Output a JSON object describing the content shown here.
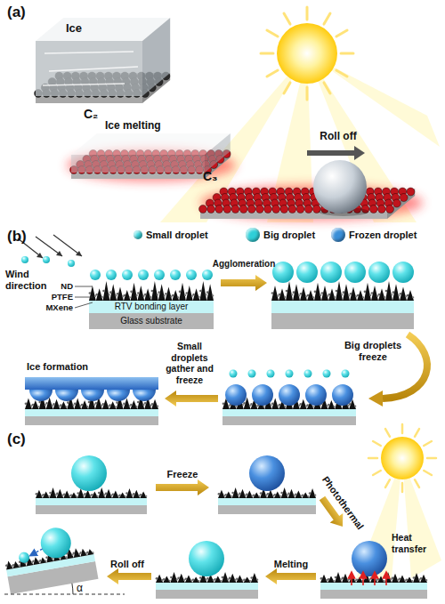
{
  "diagram": {
    "labels": [
      "(a)",
      "Ice",
      "C₂",
      "Ice melting",
      "C₃",
      "Roll off",
      "(b)",
      "Wind direction",
      "ND",
      "PTFE",
      "MXene",
      "RTV bonding layer",
      "Glass substrate",
      "Agglomeration",
      "Big droplets freeze",
      "Small droplets gather and freeze",
      "Ice formation",
      "(c)",
      "Freeze",
      "Photothermal",
      "Heat transfer",
      "Melting",
      "Roll off",
      "α"
    ],
    "legend": [
      {
        "text": "Small droplet",
        "color": "#3dd9e0"
      },
      {
        "text": "Big droplet",
        "color": "#2fcfd8"
      },
      {
        "text": "Frozen droplet",
        "color": "#3a8fd8"
      }
    ]
  }
}
